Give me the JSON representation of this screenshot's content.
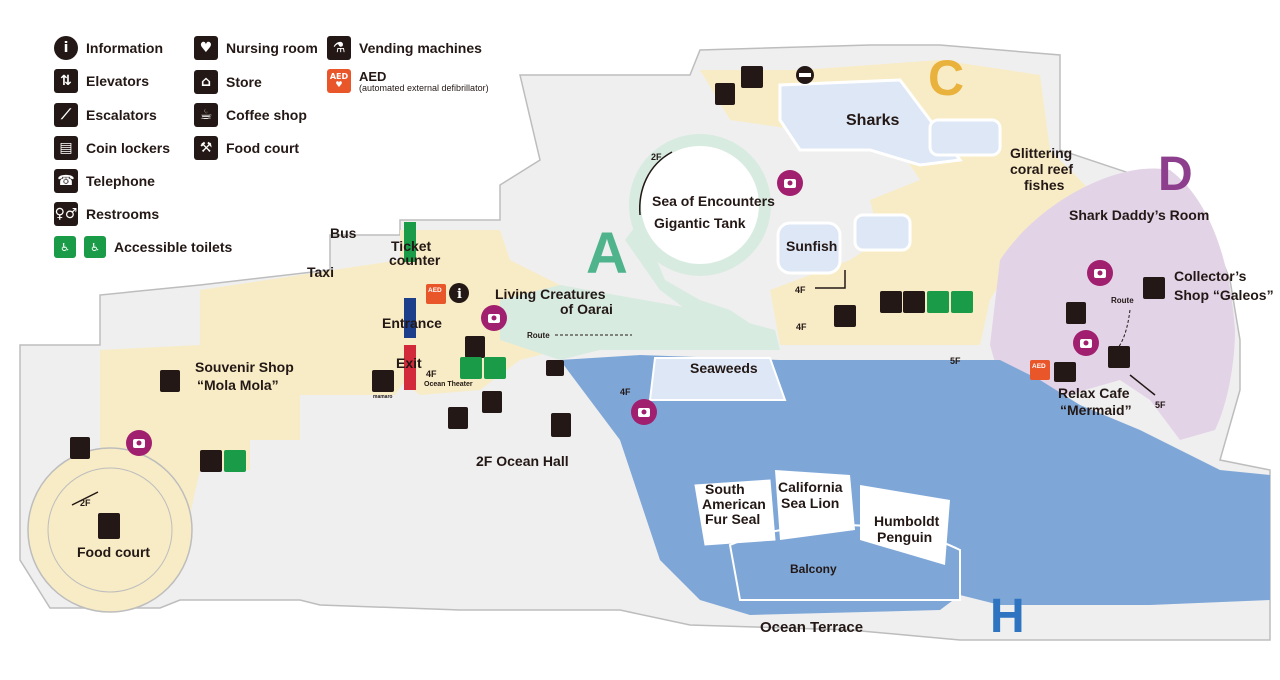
{
  "legend": {
    "information": "Information",
    "elevators": "Elevators",
    "escalators": "Escalators",
    "coin_lockers": "Coin lockers",
    "telephone": "Telephone",
    "restrooms": "Restrooms",
    "accessible_toilets": "Accessible toilets",
    "nursing_room": "Nursing room",
    "store": "Store",
    "coffee_shop": "Coffee shop",
    "food_court": "Food court",
    "vending_machines": "Vending machines",
    "aed": "AED",
    "aed_sub": "(automated external defibrillator)",
    "aed_badge": "AED"
  },
  "zones": {
    "a": "A",
    "c": "C",
    "d": "D",
    "h": "H"
  },
  "colors": {
    "zone_a": "#4fb38c",
    "zone_c": "#e9b23c",
    "zone_d": "#8d3f8e",
    "zone_h": "#2e74c0",
    "blue_area": "#7ea7d8",
    "cream_area": "#f8ecc6",
    "lilac_area": "#e3d3e7",
    "mint_area": "#d8ebe1",
    "grey_area": "#efefef"
  },
  "labels": {
    "bus": "Bus",
    "taxi": "Taxi",
    "ticket_counter_1": "Ticket",
    "ticket_counter_2": "counter",
    "entrance": "Entrance",
    "exit": "Exit",
    "ocean_theater_floor": "4F",
    "ocean_theater": "Ocean Theater",
    "mamaro": "mamaro",
    "souvenir_1": "Souvenir Shop",
    "souvenir_2": "“Mola Mola”",
    "food_court": "Food court",
    "ocean_hall": "2F Ocean Hall",
    "living_creatures_1": "Living Creatures",
    "living_creatures_2": "of Oarai",
    "route_a": "Route",
    "sea_of_encounters": "Sea of Encounters",
    "gigantic_tank": "Gigantic Tank",
    "sharks": "Sharks",
    "sunfish": "Sunfish",
    "glittering_1": "Glittering",
    "glittering_2": "coral reef",
    "glittering_3": "fishes",
    "shark_daddy": "Shark Daddy’s Room",
    "collectors_1": "Collector’s",
    "collectors_2": "Shop “Galeos”",
    "route_d": "Route",
    "relax_1": "Relax Cafe",
    "relax_2": "“Mermaid”",
    "seaweeds": "Seaweeds",
    "south_american_1": "South",
    "south_american_2": "American",
    "south_american_3": "Fur Seal",
    "california_1": "California",
    "california_2": "Sea Lion",
    "humboldt_1": "Humboldt",
    "humboldt_2": "Penguin",
    "balcony": "Balcony",
    "ocean_terrace": "Ocean Terrace",
    "floor_2f_a": "2F",
    "floor_2f_b": "2F",
    "floor_4f_a": "4F",
    "floor_4f_b": "4F",
    "floor_4f_c": "4F",
    "floor_5f_a": "5F",
    "floor_5f_b": "5F"
  }
}
